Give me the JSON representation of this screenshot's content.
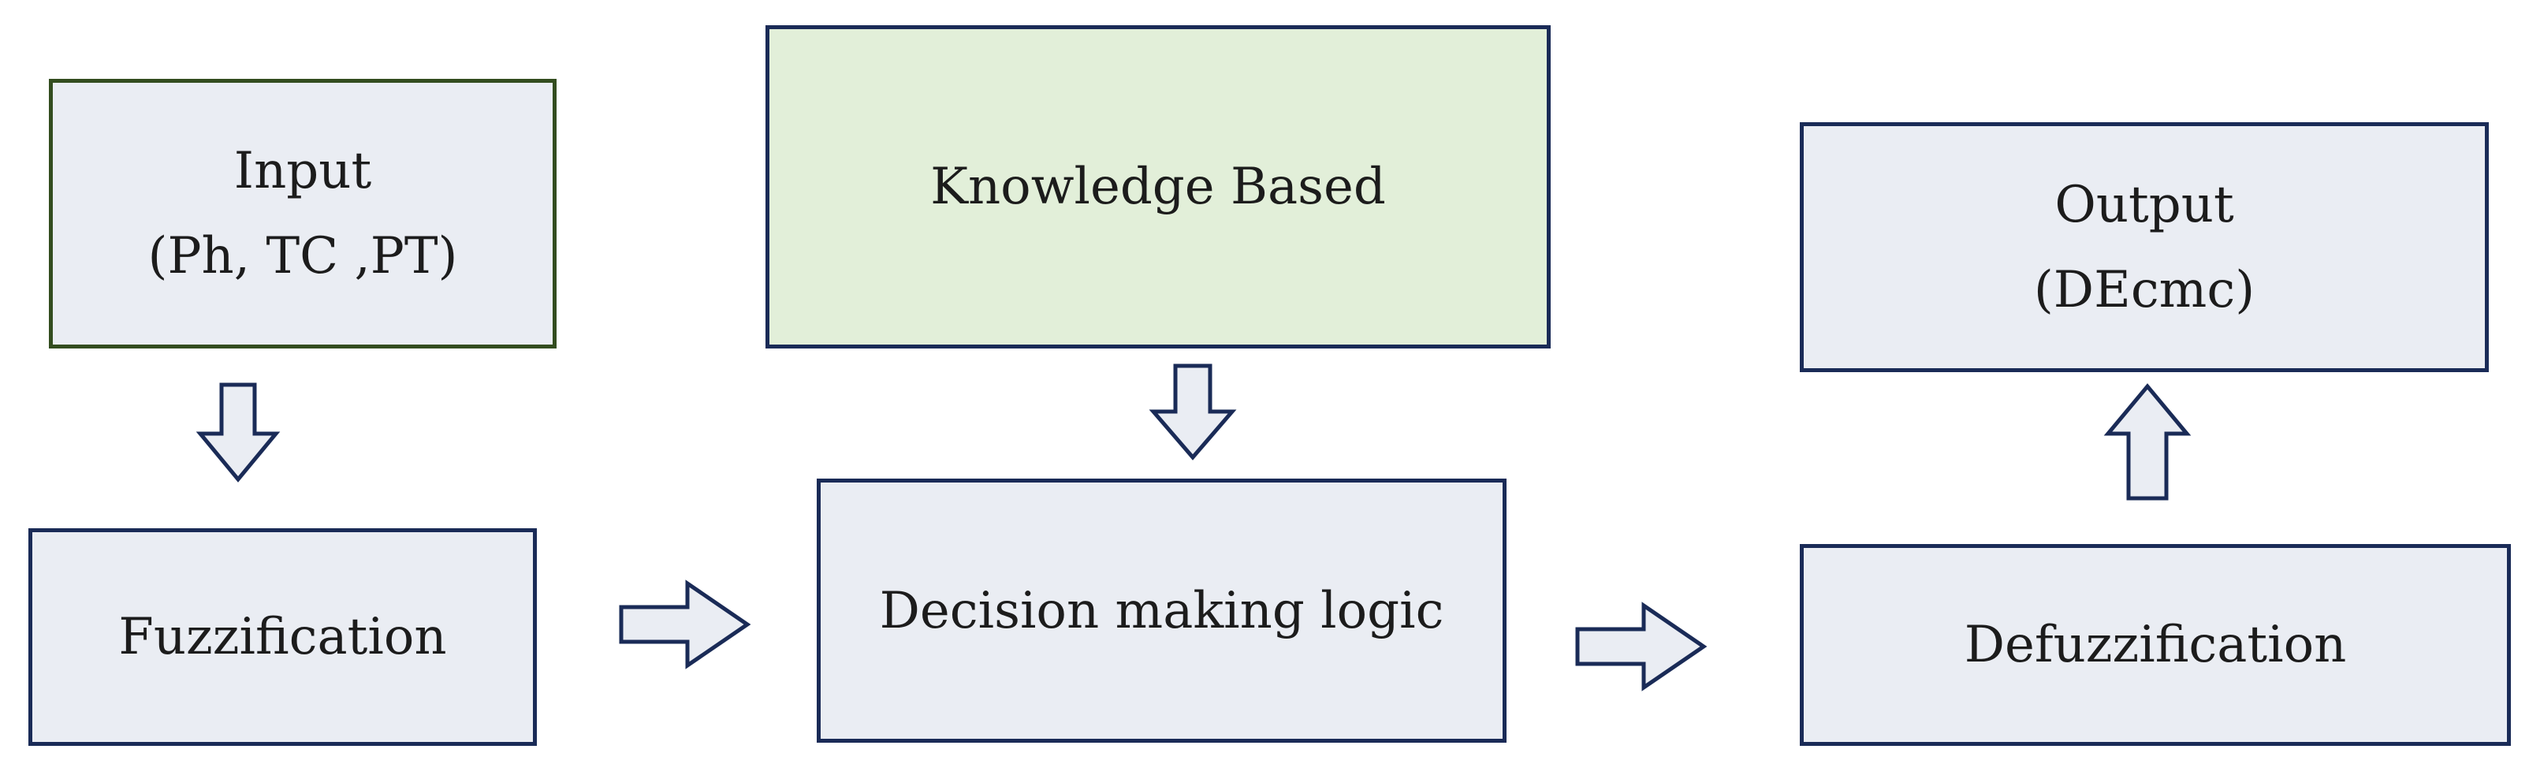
{
  "diagram": {
    "input": {
      "line1": "Input",
      "line2": "(Ph, TC ,PT)"
    },
    "knowledge": {
      "label": "Knowledge Based"
    },
    "output": {
      "line1": "Output",
      "line2": "(DEcmc)"
    },
    "fuzzification": {
      "label": "Fuzzification"
    },
    "decision": {
      "label": "Decision making logic"
    },
    "defuzzification": {
      "label": "Defuzzification"
    }
  },
  "colors": {
    "border": "#1a2b57",
    "input_border": "#334d1f",
    "box_fill": "#eaedf3",
    "knowledge_fill": "#e2efd9"
  },
  "icons": [
    "down-arrow-icon",
    "right-arrow-icon",
    "up-arrow-icon"
  ]
}
